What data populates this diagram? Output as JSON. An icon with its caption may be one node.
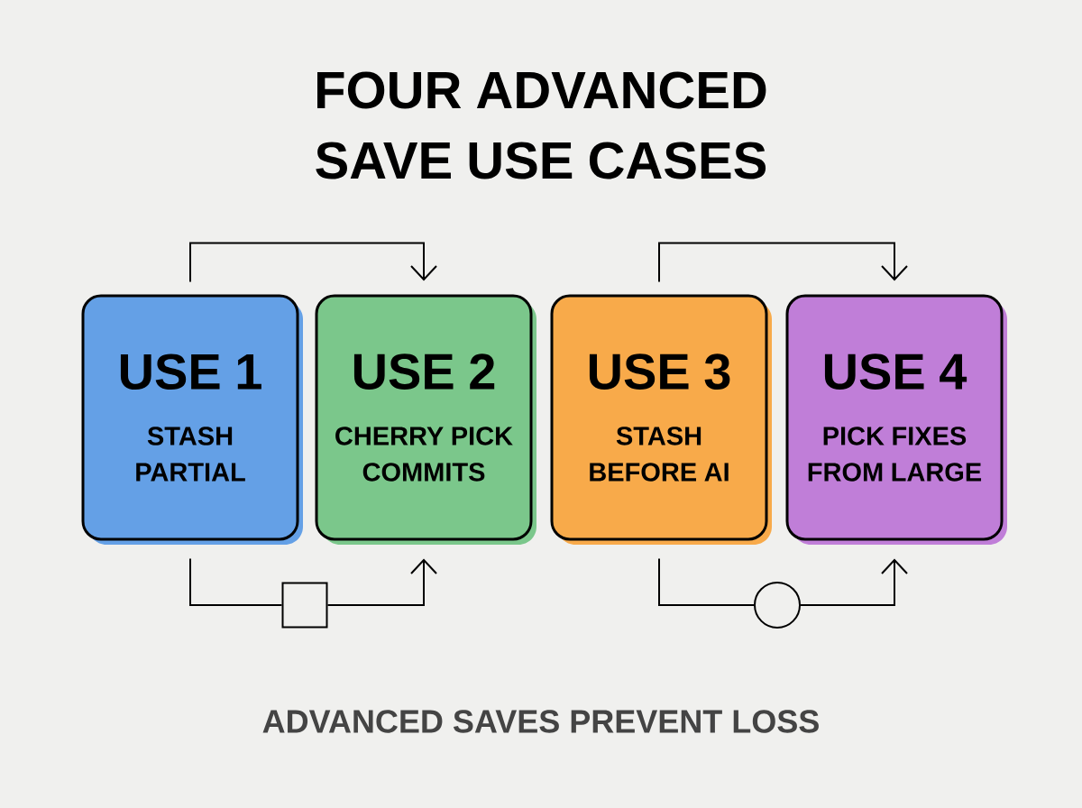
{
  "diagram": {
    "title": "FOUR ADVANCED SAVE USE CASES",
    "nodes": [
      {
        "text": [
          "USE 1",
          "STASH PARTIAL"
        ]
      },
      {
        "text": [
          "USE 2",
          "CHERRY PICK COMMITS"
        ]
      },
      {
        "text": [
          "USE 3",
          "STASH BEFORE AI"
        ]
      },
      {
        "text": [
          "USE 4",
          "PICK FIXES FROM LARGE"
        ]
      },
      {
        "text": [],
        "shape": "box"
      },
      {
        "text": [],
        "shape": "circle"
      }
    ],
    "edges": [
      {
        "from": 0,
        "to": 1,
        "arrow": "to"
      },
      {
        "from": 0,
        "to": 4,
        "arrow": "none"
      },
      {
        "from": 4,
        "to": 1,
        "arrow": "to"
      },
      {
        "from": 2,
        "to": 3,
        "arrow": "to"
      },
      {
        "from": 2,
        "to": 5,
        "arrow": "none"
      },
      {
        "from": 5,
        "to": 3,
        "arrow": "to"
      }
    ],
    "caption": "ADVANCED SAVES PREVENT LOSS"
  }
}
